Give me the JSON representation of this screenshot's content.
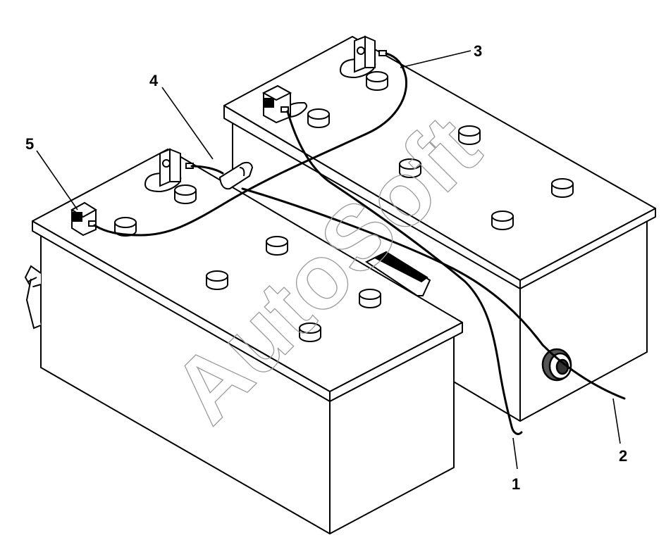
{
  "callouts": [
    {
      "id": "1",
      "label": "1"
    },
    {
      "id": "2",
      "label": "2"
    },
    {
      "id": "3",
      "label": "3"
    },
    {
      "id": "4",
      "label": "4"
    },
    {
      "id": "5",
      "label": "5"
    }
  ],
  "watermark": "AutoSoft",
  "colors": {
    "line": "#000000",
    "fill": "#ffffff",
    "watermark": "#9a9a9a"
  }
}
